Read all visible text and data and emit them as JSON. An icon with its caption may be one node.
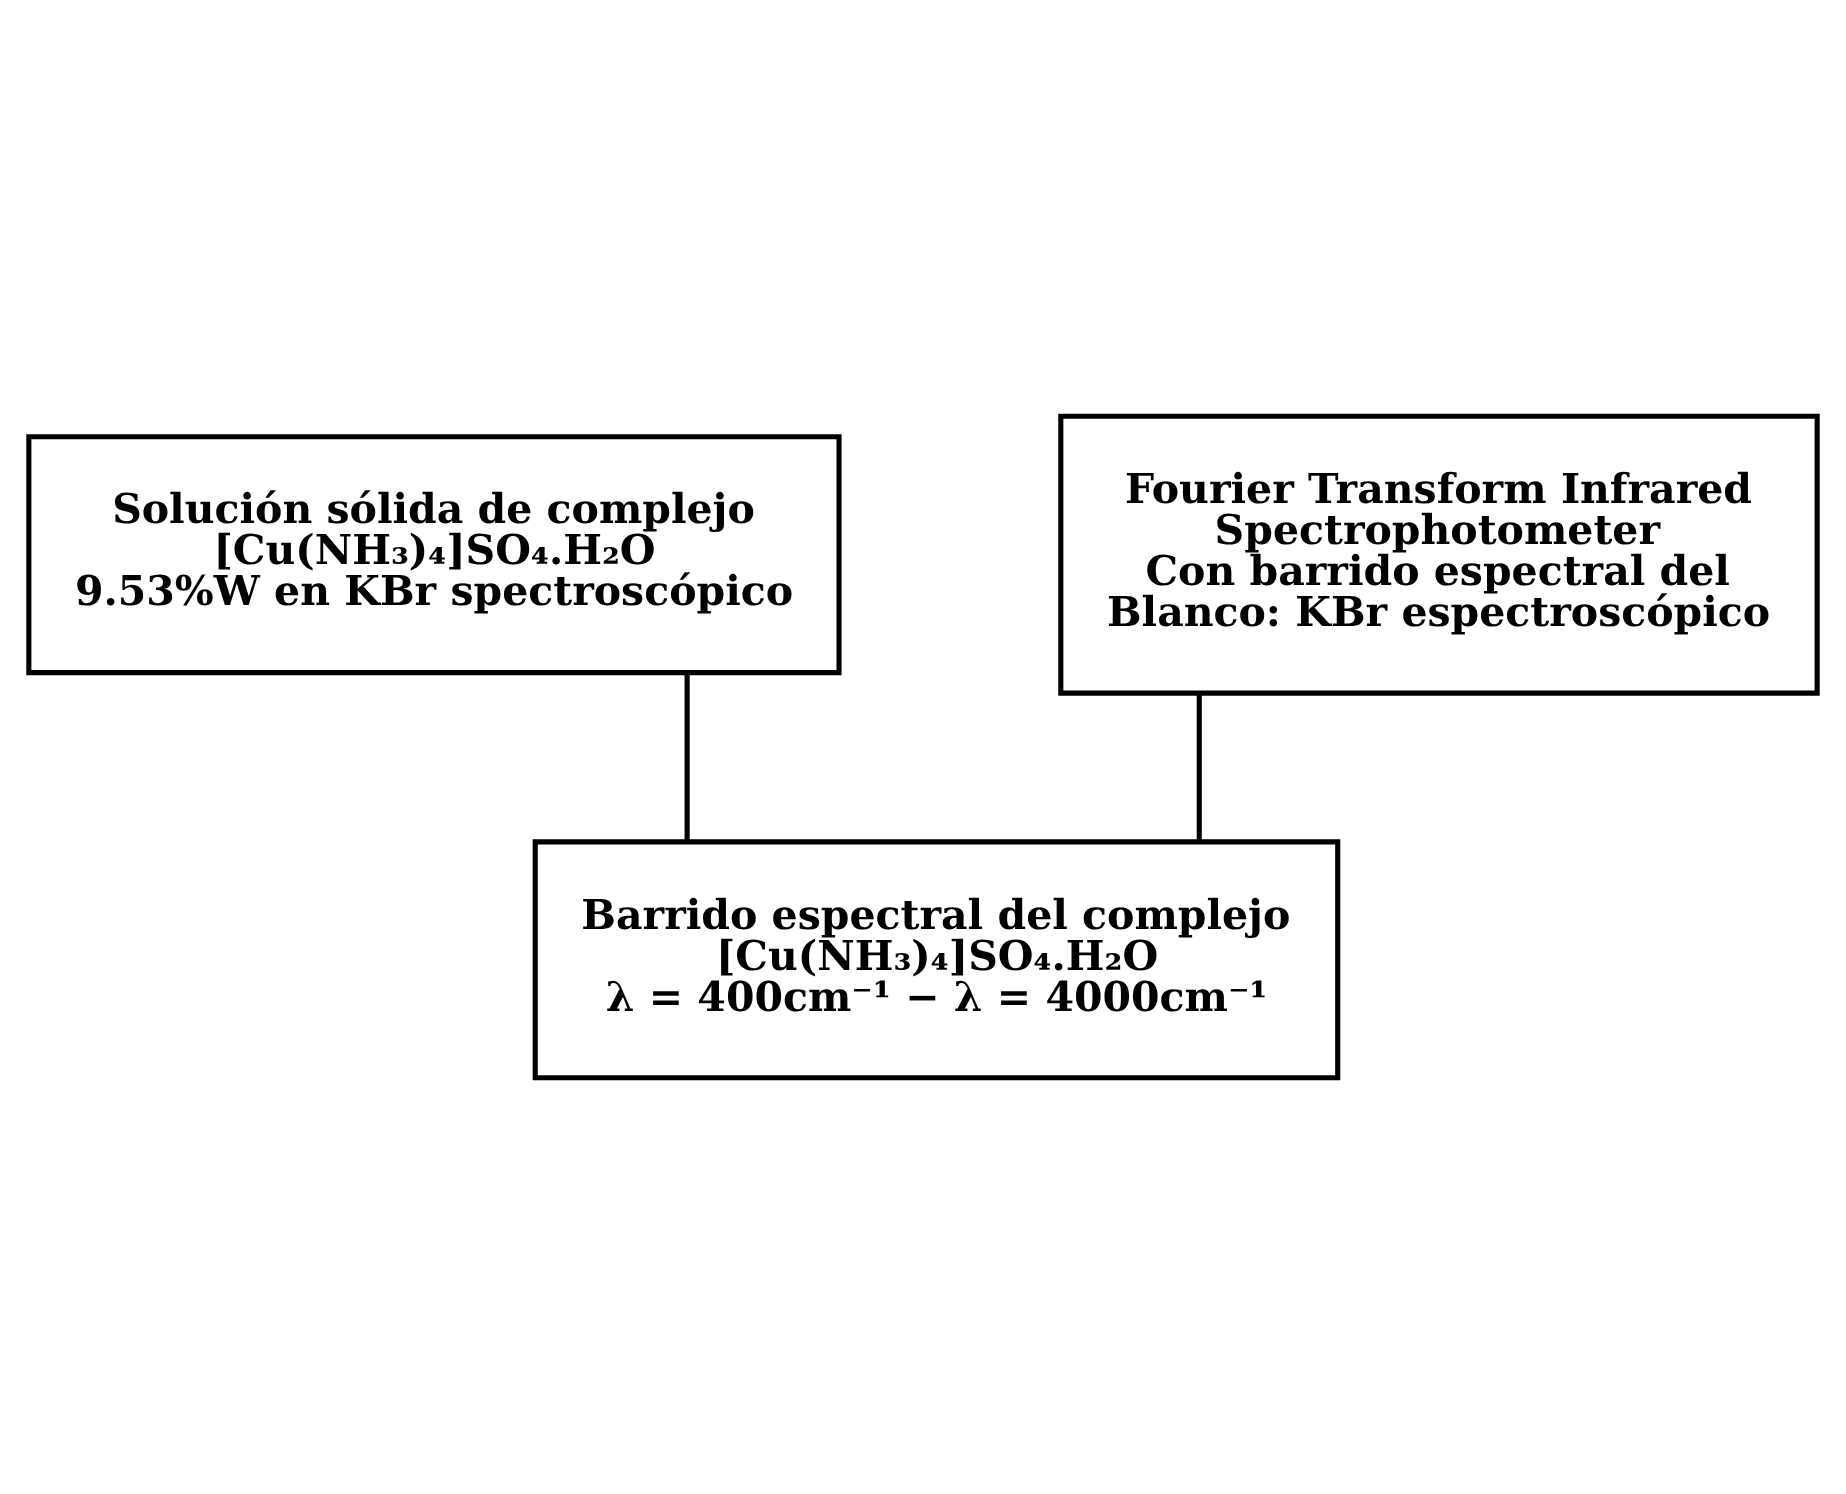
{
  "diagram": {
    "nodes": [
      {
        "text": [
          "Solución sólida de complejo",
          "[Cu(NH₃)₄]SO₄.H₂O",
          "9.53%W en KBr spectroscópico"
        ]
      },
      {
        "text": [
          "Fourier Transform Infrared Spectrophotometer",
          "Con barrido espectral del Blanco: KBr espectroscópico"
        ]
      },
      {
        "text": [
          "Barrido espectral del complejo",
          "[Cu(NH₃)₄]SO₄.H₂O",
          "λ = 400cm⁻¹ − λ = 4000cm⁻¹"
        ]
      }
    ],
    "edges": [
      {
        "from": 0,
        "to": 2,
        "arrow": "none"
      },
      {
        "from": 1,
        "to": 2,
        "arrow": "none"
      }
    ]
  }
}
